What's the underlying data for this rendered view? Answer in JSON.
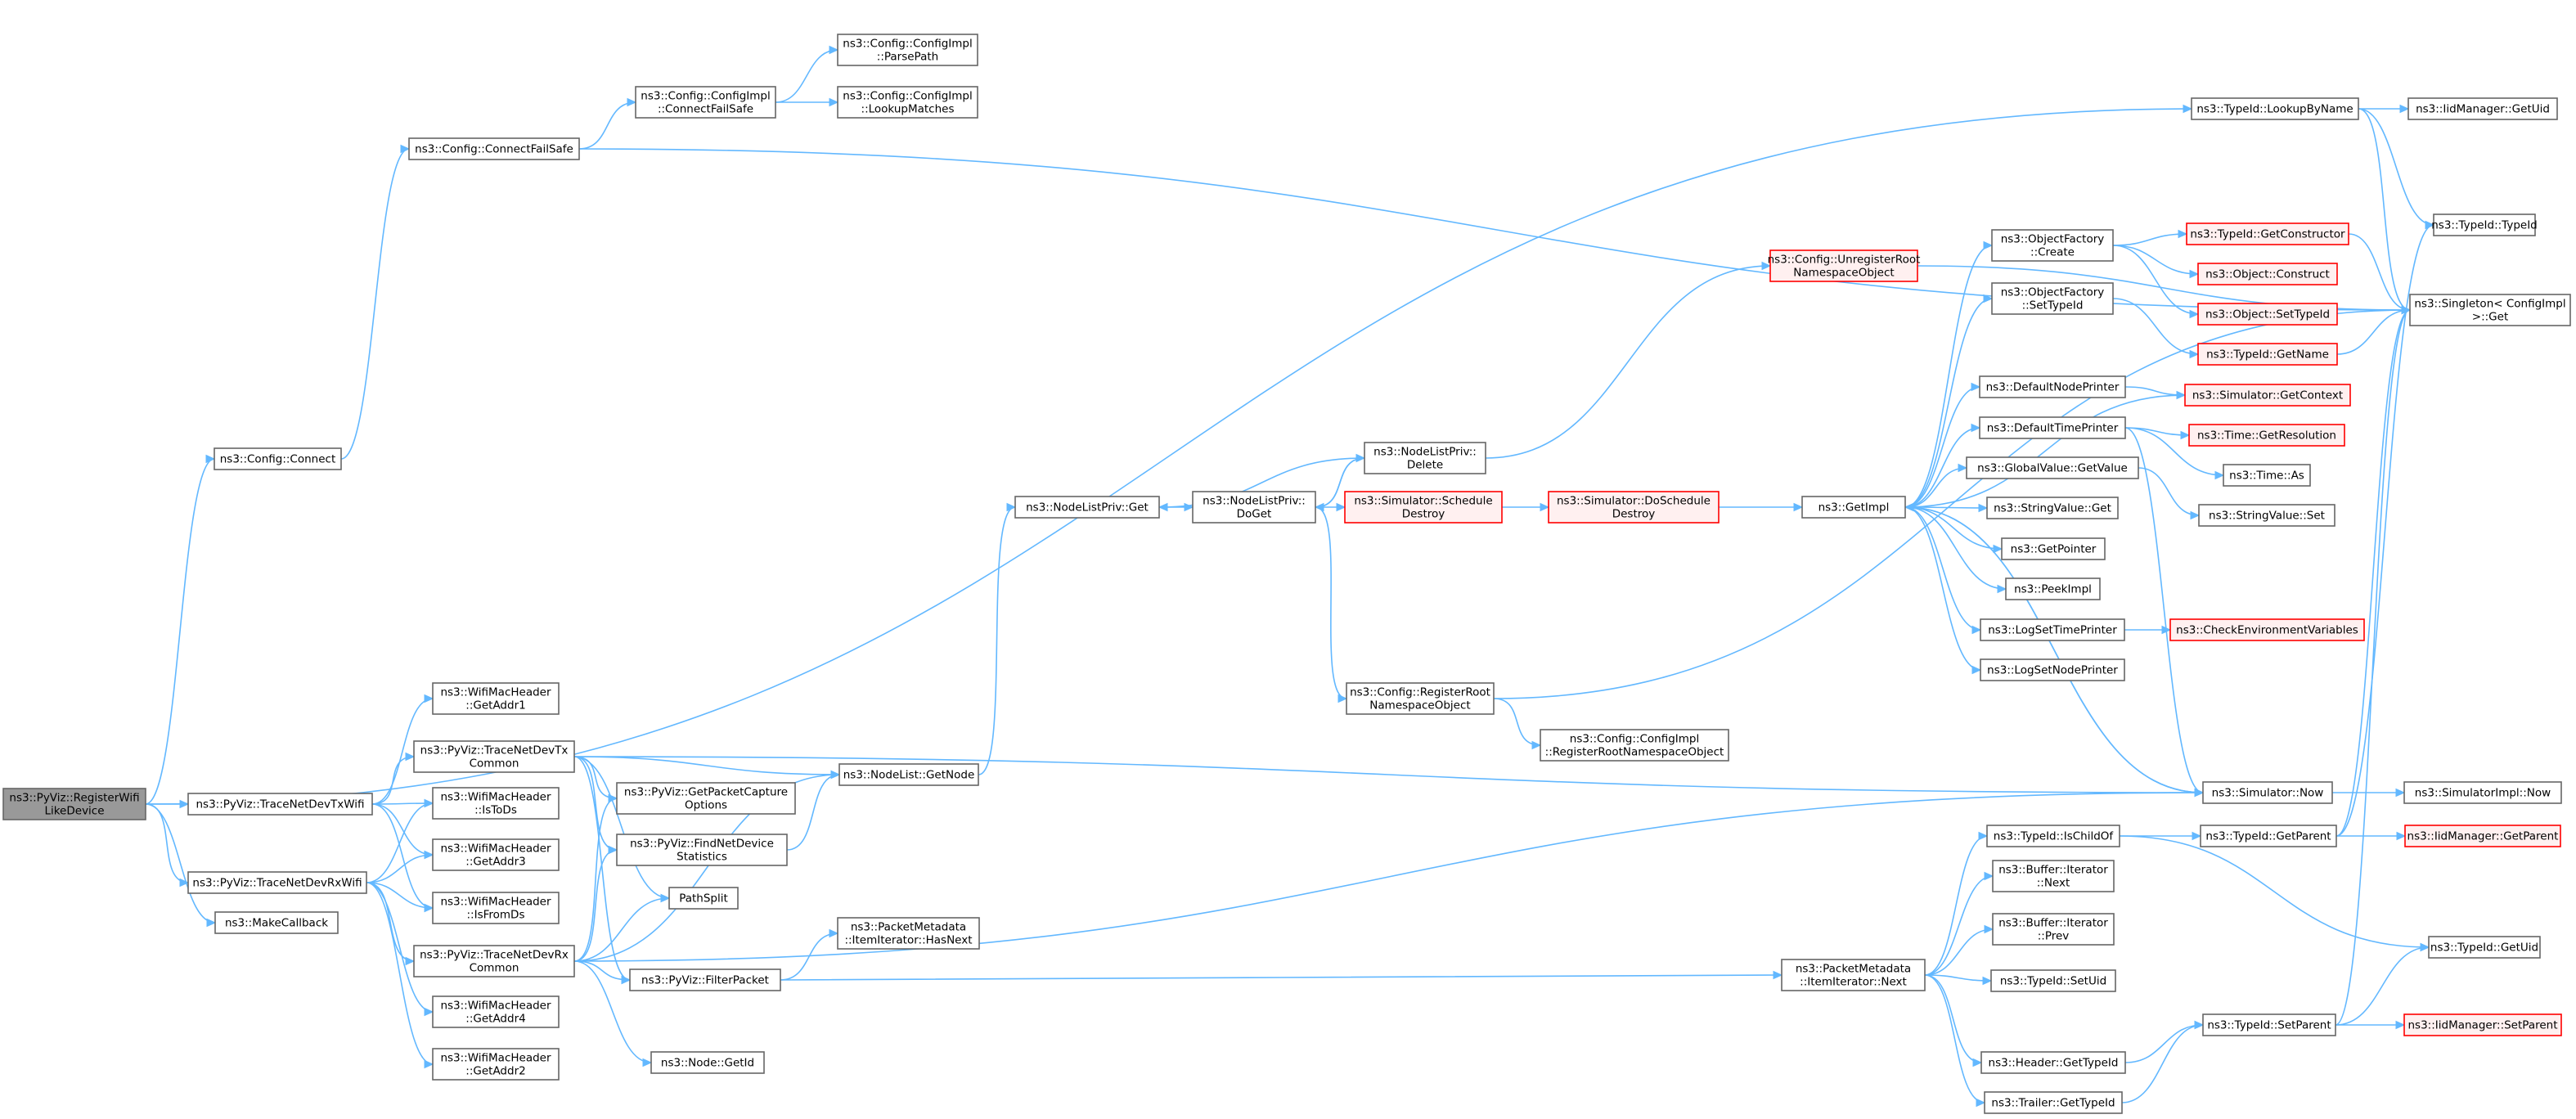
{
  "colors": {
    "edge": "#63b8ff",
    "node_border": "#666666",
    "node_fill": "#ffffff",
    "root_fill": "#999999",
    "root_border": "#666666",
    "undoc_border": "#ff0000",
    "undoc_fill": "#fff0f0",
    "text": "#000000"
  },
  "nodes": [
    {
      "id": "root",
      "lines": [
        "ns3::PyViz::RegisterWifi",
        "LikeDevice"
      ],
      "style": "root"
    },
    {
      "id": "cfgConnect",
      "lines": [
        "ns3::Config::Connect"
      ],
      "style": "normal"
    },
    {
      "id": "traceTxWifi",
      "lines": [
        "ns3::PyViz::TraceNetDevTxWifi"
      ],
      "style": "normal"
    },
    {
      "id": "traceRxWifi",
      "lines": [
        "ns3::PyViz::TraceNetDevRxWifi"
      ],
      "style": "normal"
    },
    {
      "id": "makeCallback",
      "lines": [
        "ns3::MakeCallback"
      ],
      "style": "normal"
    },
    {
      "id": "cfgConnectFailSafe",
      "lines": [
        "ns3::Config::ConnectFailSafe"
      ],
      "style": "normal"
    },
    {
      "id": "cfgImplConnectFailSafe",
      "lines": [
        "ns3::Config::ConfigImpl",
        "::ConnectFailSafe"
      ],
      "style": "normal"
    },
    {
      "id": "cfgImplParsePath",
      "lines": [
        "ns3::Config::ConfigImpl",
        "::ParsePath"
      ],
      "style": "normal"
    },
    {
      "id": "cfgImplLookupMatches",
      "lines": [
        "ns3::Config::ConfigImpl",
        "::LookupMatches"
      ],
      "style": "normal"
    },
    {
      "id": "wmhGetAddr1",
      "lines": [
        "ns3::WifiMacHeader",
        "::GetAddr1"
      ],
      "style": "normal"
    },
    {
      "id": "traceDevTx",
      "lines": [
        "ns3::PyViz::TraceNetDevTx",
        "Common"
      ],
      "style": "normal"
    },
    {
      "id": "wmhIsToDs",
      "lines": [
        "ns3::WifiMacHeader",
        "::IsToDs"
      ],
      "style": "normal"
    },
    {
      "id": "wmhGetAddr3",
      "lines": [
        "ns3::WifiMacHeader",
        "::GetAddr3"
      ],
      "style": "normal"
    },
    {
      "id": "wmhIsFromDs",
      "lines": [
        "ns3::WifiMacHeader",
        "::IsFromDs"
      ],
      "style": "normal"
    },
    {
      "id": "traceDevRx",
      "lines": [
        "ns3::PyViz::TraceNetDevRx",
        "Common"
      ],
      "style": "normal"
    },
    {
      "id": "wmhGetAddr4",
      "lines": [
        "ns3::WifiMacHeader",
        "::GetAddr4"
      ],
      "style": "normal"
    },
    {
      "id": "wmhGetAddr2",
      "lines": [
        "ns3::WifiMacHeader",
        "::GetAddr2"
      ],
      "style": "normal"
    },
    {
      "id": "getPacketCaptureOptions",
      "lines": [
        "ns3::PyViz::GetPacketCapture",
        "Options"
      ],
      "style": "normal"
    },
    {
      "id": "findNetDeviceStatistics",
      "lines": [
        "ns3::PyViz::FindNetDevice",
        "Statistics"
      ],
      "style": "normal"
    },
    {
      "id": "pathSplit",
      "lines": [
        "PathSplit"
      ],
      "style": "normal"
    },
    {
      "id": "filterPacket",
      "lines": [
        "ns3::PyViz::FilterPacket"
      ],
      "style": "normal"
    },
    {
      "id": "nodeGetId",
      "lines": [
        "ns3::Node::GetId"
      ],
      "style": "normal"
    },
    {
      "id": "nodeListGetNode",
      "lines": [
        "ns3::NodeList::GetNode"
      ],
      "style": "normal"
    },
    {
      "id": "pmItemHasNext",
      "lines": [
        "ns3::PacketMetadata",
        "::ItemIterator::HasNext"
      ],
      "style": "normal"
    },
    {
      "id": "nodeListPrivGet",
      "lines": [
        "ns3::NodeListPriv::Get"
      ],
      "style": "normal"
    },
    {
      "id": "nodeListPrivDoGet",
      "lines": [
        "ns3::NodeListPriv::",
        "DoGet"
      ],
      "style": "normal"
    },
    {
      "id": "nodeListPrivDelete",
      "lines": [
        "ns3::NodeListPriv::",
        "Delete"
      ],
      "style": "normal"
    },
    {
      "id": "simScheduleDestroy",
      "lines": [
        "ns3::Simulator::Schedule",
        "Destroy"
      ],
      "style": "undoc"
    },
    {
      "id": "simDoScheduleDestroy",
      "lines": [
        "ns3::Simulator::DoSchedule",
        "Destroy"
      ],
      "style": "undoc"
    },
    {
      "id": "cfgUnregisterRoot",
      "lines": [
        "ns3::Config::UnregisterRoot",
        "NamespaceObject"
      ],
      "style": "undoc"
    },
    {
      "id": "cfgRegisterRoot",
      "lines": [
        "ns3::Config::RegisterRoot",
        "NamespaceObject"
      ],
      "style": "normal"
    },
    {
      "id": "cfgImplRegisterRoot",
      "lines": [
        "ns3::Config::ConfigImpl",
        "::RegisterRootNamespaceObject"
      ],
      "style": "normal"
    },
    {
      "id": "getImpl",
      "lines": [
        "ns3::GetImpl"
      ],
      "style": "normal"
    },
    {
      "id": "objFactoryCreate",
      "lines": [
        "ns3::ObjectFactory",
        "::Create"
      ],
      "style": "normal"
    },
    {
      "id": "objFactorySetTypeId",
      "lines": [
        "ns3::ObjectFactory",
        "::SetTypeId"
      ],
      "style": "normal"
    },
    {
      "id": "defaultNodePrinter",
      "lines": [
        "ns3::DefaultNodePrinter"
      ],
      "style": "normal"
    },
    {
      "id": "defaultTimePrinter",
      "lines": [
        "ns3::DefaultTimePrinter"
      ],
      "style": "normal"
    },
    {
      "id": "globalValueGetValue",
      "lines": [
        "ns3::GlobalValue::GetValue"
      ],
      "style": "normal"
    },
    {
      "id": "stringValueGet",
      "lines": [
        "ns3::StringValue::Get"
      ],
      "style": "normal"
    },
    {
      "id": "getPointer",
      "lines": [
        "ns3::GetPointer"
      ],
      "style": "normal"
    },
    {
      "id": "peekImpl",
      "lines": [
        "ns3::PeekImpl"
      ],
      "style": "normal"
    },
    {
      "id": "logSetTimePrinter",
      "lines": [
        "ns3::LogSetTimePrinter"
      ],
      "style": "normal"
    },
    {
      "id": "logSetNodePrinter",
      "lines": [
        "ns3::LogSetNodePrinter"
      ],
      "style": "normal"
    },
    {
      "id": "typeIdGetConstructor",
      "lines": [
        "ns3::TypeId::GetConstructor"
      ],
      "style": "undoc"
    },
    {
      "id": "objectConstruct",
      "lines": [
        "ns3::Object::Construct"
      ],
      "style": "undoc"
    },
    {
      "id": "objectSetTypeId",
      "lines": [
        "ns3::Object::SetTypeId"
      ],
      "style": "undoc"
    },
    {
      "id": "typeIdGetName",
      "lines": [
        "ns3::TypeId::GetName"
      ],
      "style": "undoc"
    },
    {
      "id": "simGetContext",
      "lines": [
        "ns3::Simulator::GetContext"
      ],
      "style": "undoc"
    },
    {
      "id": "timeGetResolution",
      "lines": [
        "ns3::Time::GetResolution"
      ],
      "style": "undoc"
    },
    {
      "id": "timeAs",
      "lines": [
        "ns3::Time::As"
      ],
      "style": "normal"
    },
    {
      "id": "stringValueSet",
      "lines": [
        "ns3::StringValue::Set"
      ],
      "style": "normal"
    },
    {
      "id": "checkEnvVars",
      "lines": [
        "ns3::CheckEnvironmentVariables"
      ],
      "style": "undoc"
    },
    {
      "id": "typeIdLookupByName",
      "lines": [
        "ns3::TypeId::LookupByName"
      ],
      "style": "normal"
    },
    {
      "id": "iidGetUid",
      "lines": [
        "ns3::IidManager::GetUid"
      ],
      "style": "normal"
    },
    {
      "id": "typeIdTypeId",
      "lines": [
        "ns3::TypeId::TypeId"
      ],
      "style": "normal"
    },
    {
      "id": "singletonGet",
      "lines": [
        "ns3::Singleton< ConfigImpl",
        " >::Get"
      ],
      "style": "normal"
    },
    {
      "id": "simNow",
      "lines": [
        "ns3::Simulator::Now"
      ],
      "style": "normal"
    },
    {
      "id": "simImplNow",
      "lines": [
        "ns3::SimulatorImpl::Now"
      ],
      "style": "normal"
    },
    {
      "id": "typeIdIsChildOf",
      "lines": [
        "ns3::TypeId::IsChildOf"
      ],
      "style": "normal"
    },
    {
      "id": "typeIdGetParent",
      "lines": [
        "ns3::TypeId::GetParent"
      ],
      "style": "normal"
    },
    {
      "id": "iidGetParent",
      "lines": [
        "ns3::IidManager::GetParent"
      ],
      "style": "undoc"
    },
    {
      "id": "bufIterNext",
      "lines": [
        "ns3::Buffer::Iterator",
        "::Next"
      ],
      "style": "normal"
    },
    {
      "id": "bufIterPrev",
      "lines": [
        "ns3::Buffer::Iterator",
        "::Prev"
      ],
      "style": "normal"
    },
    {
      "id": "pmItemNext",
      "lines": [
        "ns3::PacketMetadata",
        "::ItemIterator::Next"
      ],
      "style": "normal"
    },
    {
      "id": "typeIdSetUid",
      "lines": [
        "ns3::TypeId::SetUid"
      ],
      "style": "normal"
    },
    {
      "id": "typeIdGetUid",
      "lines": [
        "ns3::TypeId::GetUid"
      ],
      "style": "normal"
    },
    {
      "id": "headerGetTypeId",
      "lines": [
        "ns3::Header::GetTypeId"
      ],
      "style": "normal"
    },
    {
      "id": "typeIdSetParent",
      "lines": [
        "ns3::TypeId::SetParent"
      ],
      "style": "normal"
    },
    {
      "id": "iidSetParent",
      "lines": [
        "ns3::IidManager::SetParent"
      ],
      "style": "undoc"
    },
    {
      "id": "trailerGetTypeId",
      "lines": [
        "ns3::Trailer::GetTypeId"
      ],
      "style": "normal"
    }
  ],
  "edges": [
    [
      "root",
      "cfgConnect"
    ],
    [
      "root",
      "traceTxWifi"
    ],
    [
      "root",
      "traceRxWifi"
    ],
    [
      "root",
      "makeCallback"
    ],
    [
      "root",
      "typeIdLookupByName"
    ],
    [
      "cfgConnect",
      "cfgConnectFailSafe"
    ],
    [
      "cfgConnectFailSafe",
      "cfgImplConnectFailSafe"
    ],
    [
      "cfgConnectFailSafe",
      "singletonGet"
    ],
    [
      "cfgImplConnectFailSafe",
      "cfgImplParsePath"
    ],
    [
      "cfgImplConnectFailSafe",
      "cfgImplLookupMatches"
    ],
    [
      "traceTxWifi",
      "wmhGetAddr1"
    ],
    [
      "traceTxWifi",
      "traceDevTx"
    ],
    [
      "traceTxWifi",
      "wmhIsToDs"
    ],
    [
      "traceTxWifi",
      "wmhGetAddr3"
    ],
    [
      "traceTxWifi",
      "wmhIsFromDs"
    ],
    [
      "traceRxWifi",
      "wmhIsToDs"
    ],
    [
      "traceRxWifi",
      "wmhGetAddr3"
    ],
    [
      "traceRxWifi",
      "wmhIsFromDs"
    ],
    [
      "traceRxWifi",
      "traceDevRx"
    ],
    [
      "traceRxWifi",
      "wmhGetAddr4"
    ],
    [
      "traceRxWifi",
      "wmhGetAddr2"
    ],
    [
      "traceDevTx",
      "getPacketCaptureOptions"
    ],
    [
      "traceDevTx",
      "findNetDeviceStatistics"
    ],
    [
      "traceDevTx",
      "pathSplit"
    ],
    [
      "traceDevTx",
      "filterPacket"
    ],
    [
      "traceDevTx",
      "nodeListGetNode"
    ],
    [
      "traceDevTx",
      "simNow"
    ],
    [
      "traceDevRx",
      "getPacketCaptureOptions"
    ],
    [
      "traceDevRx",
      "findNetDeviceStatistics"
    ],
    [
      "traceDevRx",
      "pathSplit"
    ],
    [
      "traceDevRx",
      "filterPacket"
    ],
    [
      "traceDevRx",
      "nodeGetId"
    ],
    [
      "traceDevRx",
      "nodeListGetNode"
    ],
    [
      "traceDevRx",
      "simNow"
    ],
    [
      "findNetDeviceStatistics",
      "nodeListGetNode"
    ],
    [
      "filterPacket",
      "pmItemHasNext"
    ],
    [
      "filterPacket",
      "pmItemNext"
    ],
    [
      "nodeListGetNode",
      "nodeListPrivGet"
    ],
    [
      "nodeListPrivGet",
      "nodeListPrivDoGet"
    ],
    [
      "nodeListPrivDoGet",
      "nodeListPrivDelete"
    ],
    [
      "nodeListPrivDoGet",
      "simScheduleDestroy"
    ],
    [
      "nodeListPrivDoGet",
      "cfgRegisterRoot"
    ],
    [
      "nodeListPrivDelete",
      "nodeListPrivGet"
    ],
    [
      "nodeListPrivDelete",
      "nodeListPrivDoGet"
    ],
    [
      "nodeListPrivDelete",
      "cfgUnregisterRoot"
    ],
    [
      "simScheduleDestroy",
      "simDoScheduleDestroy"
    ],
    [
      "simDoScheduleDestroy",
      "getImpl"
    ],
    [
      "cfgUnregisterRoot",
      "singletonGet"
    ],
    [
      "cfgRegisterRoot",
      "cfgImplRegisterRoot"
    ],
    [
      "cfgRegisterRoot",
      "singletonGet"
    ],
    [
      "getImpl",
      "objFactoryCreate"
    ],
    [
      "getImpl",
      "objFactorySetTypeId"
    ],
    [
      "getImpl",
      "defaultNodePrinter"
    ],
    [
      "getImpl",
      "defaultTimePrinter"
    ],
    [
      "getImpl",
      "globalValueGetValue"
    ],
    [
      "getImpl",
      "stringValueGet"
    ],
    [
      "getImpl",
      "getPointer"
    ],
    [
      "getImpl",
      "peekImpl"
    ],
    [
      "getImpl",
      "logSetTimePrinter"
    ],
    [
      "getImpl",
      "logSetNodePrinter"
    ],
    [
      "getImpl",
      "simNow"
    ],
    [
      "objFactoryCreate",
      "typeIdGetConstructor"
    ],
    [
      "objFactoryCreate",
      "objectConstruct"
    ],
    [
      "objFactoryCreate",
      "objectSetTypeId"
    ],
    [
      "objFactorySetTypeId",
      "typeIdGetName"
    ],
    [
      "defaultNodePrinter",
      "simGetContext"
    ],
    [
      "simGetContext",
      "getImpl"
    ],
    [
      "defaultTimePrinter",
      "timeGetResolution"
    ],
    [
      "defaultTimePrinter",
      "timeAs"
    ],
    [
      "defaultTimePrinter",
      "simNow"
    ],
    [
      "globalValueGetValue",
      "stringValueSet"
    ],
    [
      "logSetTimePrinter",
      "checkEnvVars"
    ],
    [
      "typeIdGetConstructor",
      "singletonGet"
    ],
    [
      "typeIdGetName",
      "singletonGet"
    ],
    [
      "typeIdLookupByName",
      "iidGetUid"
    ],
    [
      "typeIdLookupByName",
      "typeIdTypeId"
    ],
    [
      "typeIdLookupByName",
      "singletonGet"
    ],
    [
      "simNow",
      "getImpl"
    ],
    [
      "simNow",
      "simImplNow"
    ],
    [
      "pmItemNext",
      "typeIdIsChildOf"
    ],
    [
      "pmItemNext",
      "bufIterNext"
    ],
    [
      "pmItemNext",
      "bufIterPrev"
    ],
    [
      "pmItemNext",
      "typeIdSetUid"
    ],
    [
      "pmItemNext",
      "headerGetTypeId"
    ],
    [
      "pmItemNext",
      "trailerGetTypeId"
    ],
    [
      "typeIdIsChildOf",
      "typeIdGetParent"
    ],
    [
      "typeIdIsChildOf",
      "typeIdGetUid"
    ],
    [
      "typeIdGetParent",
      "iidGetParent"
    ],
    [
      "typeIdGetParent",
      "typeIdTypeId"
    ],
    [
      "typeIdGetParent",
      "singletonGet"
    ],
    [
      "headerGetTypeId",
      "typeIdSetParent"
    ],
    [
      "trailerGetTypeId",
      "typeIdSetParent"
    ],
    [
      "typeIdSetParent",
      "typeIdGetUid"
    ],
    [
      "typeIdSetParent",
      "iidSetParent"
    ],
    [
      "typeIdSetParent",
      "singletonGet"
    ]
  ]
}
